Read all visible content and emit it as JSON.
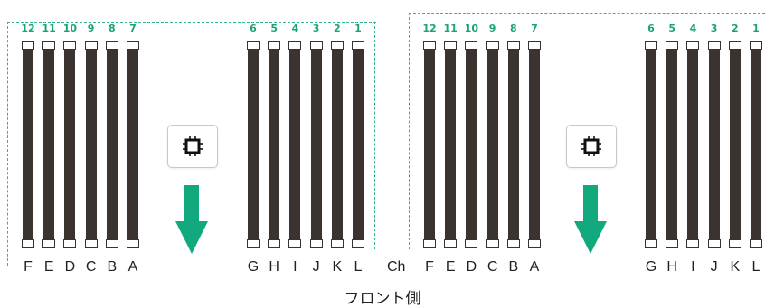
{
  "panels": [
    {
      "slot_numbers": [
        "12",
        "11",
        "10",
        "9",
        "8",
        "7",
        "6",
        "5",
        "4",
        "3",
        "2",
        "1"
      ],
      "channel_labels": [
        "F",
        "E",
        "D",
        "C",
        "B",
        "A",
        "G",
        "H",
        "I",
        "J",
        "K",
        "L"
      ]
    },
    {
      "slot_numbers": [
        "12",
        "11",
        "10",
        "9",
        "8",
        "7",
        "6",
        "5",
        "4",
        "3",
        "2",
        "1"
      ],
      "channel_labels": [
        "F",
        "E",
        "D",
        "C",
        "B",
        "A",
        "G",
        "H",
        "I",
        "J",
        "K",
        "L"
      ]
    }
  ],
  "channel_prefix": "Ch",
  "front_side_label": "フロント側",
  "icons": {
    "processor": "cpu-chip-icon",
    "direction": "arrow-down-icon"
  },
  "colors": {
    "accent": "#1aa37a",
    "arrow": "#13a97f",
    "dimm": "#3b3330",
    "dash": "#33b58a"
  }
}
